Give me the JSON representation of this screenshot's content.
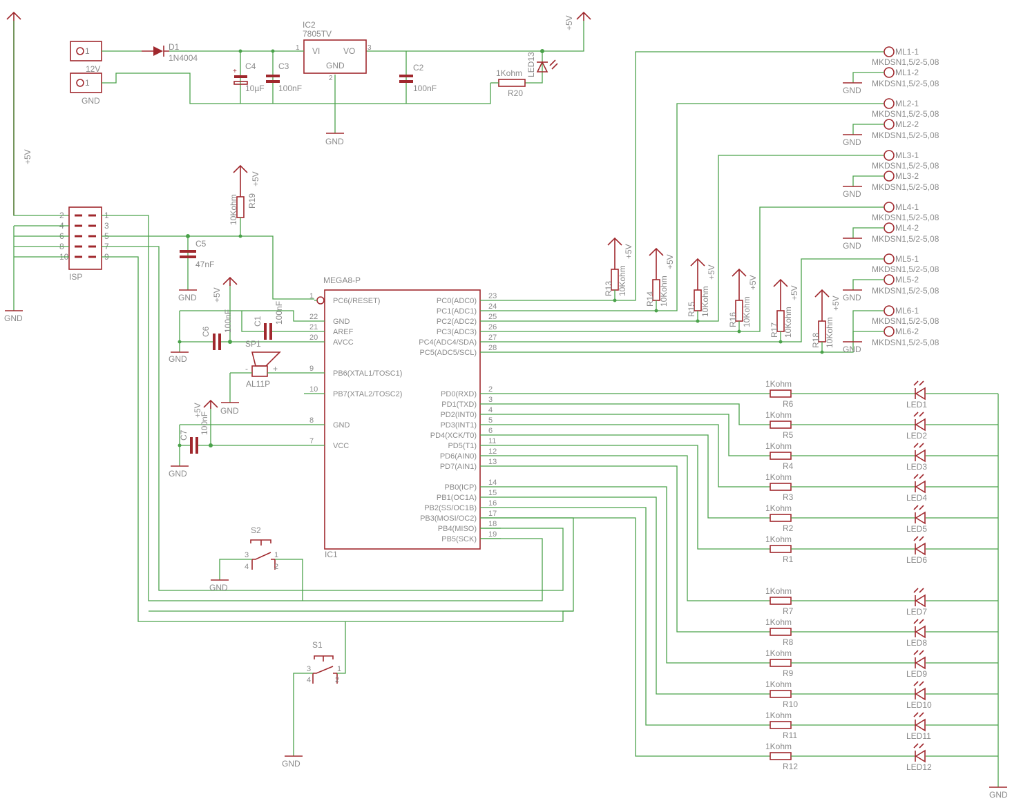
{
  "power": {
    "vcc": "+5V",
    "gnd": "GND"
  },
  "supply": {
    "jack_12v_pin": "1",
    "jack_12v_label": "12V",
    "jack_gnd_pin": "1",
    "jack_gnd_label": "GND",
    "diode_name": "D1",
    "diode_value": "1N4004",
    "cap_c4_name": "C4",
    "cap_c4_value": "10µF",
    "cap_c3_name": "C3",
    "cap_c3_value": "100nF",
    "cap_c2_name": "C2",
    "cap_c2_value": "100nF",
    "regulator_name": "IC2",
    "regulator_value": "7805TV",
    "regulator_vi": "VI",
    "regulator_vo": "VO",
    "regulator_gnd": "GND",
    "regulator_pin1": "1",
    "regulator_pin2": "2",
    "regulator_pin3": "3",
    "r20_name": "R20",
    "r20_value": "1Kohm",
    "led13_name": "LED13"
  },
  "isp": {
    "name": "ISP",
    "pins_left": [
      "2",
      "4",
      "6",
      "8",
      "10"
    ],
    "pins_right": [
      "1",
      "3",
      "5",
      "7",
      "9"
    ]
  },
  "reset": {
    "r19_name": "R19",
    "r19_value": "10Kohm",
    "c5_name": "C5",
    "c5_value": "47nF"
  },
  "mcu": {
    "name": "IC1",
    "value": "MEGA8-P",
    "left_pins": [
      {
        "num": "1",
        "name": "PC6(/RESET)"
      },
      {
        "num": "22",
        "name": "GND"
      },
      {
        "num": "21",
        "name": "AREF"
      },
      {
        "num": "20",
        "name": "AVCC"
      },
      {
        "num": "9",
        "name": "PB6(XTAL1/TOSC1)"
      },
      {
        "num": "10",
        "name": "PB7(XTAL2/TOSC2)"
      },
      {
        "num": "8",
        "name": "GND"
      },
      {
        "num": "7",
        "name": "VCC"
      }
    ],
    "right_pins": [
      {
        "num": "23",
        "name": "PC0(ADC0)"
      },
      {
        "num": "24",
        "name": "PC1(ADC1)"
      },
      {
        "num": "25",
        "name": "PC2(ADC2)"
      },
      {
        "num": "26",
        "name": "PC3(ADC3)"
      },
      {
        "num": "27",
        "name": "PC4(ADC4/SDA)"
      },
      {
        "num": "28",
        "name": "PC5(ADC5/SCL)"
      },
      {
        "num": "2",
        "name": "PD0(RXD)"
      },
      {
        "num": "3",
        "name": "PD1(TXD)"
      },
      {
        "num": "4",
        "name": "PD2(INT0)"
      },
      {
        "num": "5",
        "name": "PD3(INT1)"
      },
      {
        "num": "6",
        "name": "PD4(XCK/T0)"
      },
      {
        "num": "11",
        "name": "PD5(T1)"
      },
      {
        "num": "12",
        "name": "PD6(AIN0)"
      },
      {
        "num": "13",
        "name": "PD7(AIN1)"
      },
      {
        "num": "14",
        "name": "PB0(ICP)"
      },
      {
        "num": "15",
        "name": "PB1(OC1A)"
      },
      {
        "num": "16",
        "name": "PB2(SS/OC1B)"
      },
      {
        "num": "17",
        "name": "PB3(MOSI/OC2)"
      },
      {
        "num": "18",
        "name": "PB4(MISO)"
      },
      {
        "num": "19",
        "name": "PB5(SCK)"
      }
    ]
  },
  "decoupling": {
    "c6_name": "C6",
    "c6_value": "100nF",
    "c1_name": "C1",
    "c1_value": "100nF",
    "c7_name": "C7",
    "c7_value": "100nF"
  },
  "speaker": {
    "name": "SP1",
    "value": "AL11P",
    "minus": "-",
    "plus": "+"
  },
  "switches": {
    "s2_name": "S2",
    "s1_name": "S1",
    "pin1": "1",
    "pin2": "2",
    "pin3": "3",
    "pin4": "4"
  },
  "pullups": [
    {
      "name": "R13",
      "value": "10Kohm"
    },
    {
      "name": "R14",
      "value": "10Kohm"
    },
    {
      "name": "R15",
      "value": "10Kohm"
    },
    {
      "name": "R16",
      "value": "10Kohm"
    },
    {
      "name": "R17",
      "value": "10Kohm"
    },
    {
      "name": "R18",
      "value": "10Kohm"
    }
  ],
  "terminals": [
    {
      "a": "ML1-1",
      "b": "ML1-2"
    },
    {
      "a": "ML2-1",
      "b": "ML2-2"
    },
    {
      "a": "ML3-1",
      "b": "ML3-2"
    },
    {
      "a": "ML4-1",
      "b": "ML4-2"
    },
    {
      "a": "ML5-1",
      "b": "ML5-2"
    },
    {
      "a": "ML6-1",
      "b": "ML6-2"
    }
  ],
  "terminal_value": "MKDSN1,5/2-5,08",
  "led_rows": [
    {
      "r": "R6",
      "led": "LED1"
    },
    {
      "r": "R5",
      "led": "LED2"
    },
    {
      "r": "R4",
      "led": "LED3"
    },
    {
      "r": "R3",
      "led": "LED4"
    },
    {
      "r": "R2",
      "led": "LED5"
    },
    {
      "r": "R1",
      "led": "LED6"
    },
    {
      "r": "R7",
      "led": "LED7"
    },
    {
      "r": "R8",
      "led": "LED8"
    },
    {
      "r": "R9",
      "led": "LED9"
    },
    {
      "r": "R10",
      "led": "LED10"
    },
    {
      "r": "R11",
      "led": "LED11"
    },
    {
      "r": "R12",
      "led": "LED12"
    }
  ],
  "led_resistor_value": "1Kohm",
  "colors": {
    "wire": "#4aa24a",
    "part": "#a0282d",
    "text": "#8a8a8a",
    "background": "#ffffff"
  }
}
